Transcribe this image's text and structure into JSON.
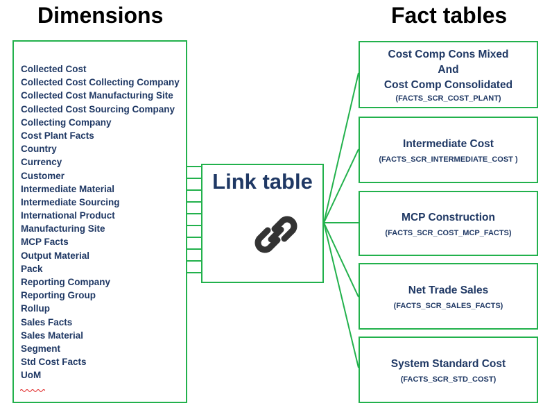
{
  "headings": {
    "dimensions": "Dimensions",
    "facts": "Fact tables"
  },
  "dimensions": [
    "Collected Cost",
    "Collected Cost Collecting Company",
    "Collected Cost Manufacturing Site",
    "Collected Cost Sourcing Company",
    "Collecting Company",
    "Cost Plant Facts",
    "Country",
    "Currency",
    "Customer",
    "Intermediate Material",
    "Intermediate Sourcing",
    "International Product",
    "Manufacturing Site",
    "MCP Facts",
    "Output Material",
    "Pack",
    "Reporting Company",
    "Reporting Group",
    "Rollup",
    "Sales Facts",
    "Sales Material",
    "Segment",
    "Std Cost Facts",
    "UoM"
  ],
  "link_table": {
    "label": "Link table",
    "icon": "chain-link-icon"
  },
  "fact_tables": [
    {
      "lines": [
        "Cost Comp Cons Mixed",
        "And",
        "Cost Comp Consolidated"
      ],
      "code": "(FACTS_SCR_COST_PLANT)"
    },
    {
      "lines": [
        "Intermediate Cost"
      ],
      "code": "(FACTS_SCR_INTERMEDIATE_COST )"
    },
    {
      "lines": [
        "MCP Construction"
      ],
      "code": "(FACTS_SCR_COST_MCP_FACTS)"
    },
    {
      "lines": [
        "Net Trade Sales"
      ],
      "code": "(FACTS_SCR_SALES_FACTS)"
    },
    {
      "lines": [
        "System Standard Cost"
      ],
      "code": "(FACTS_SCR_STD_COST)"
    }
  ],
  "colors": {
    "border": "#22b14c",
    "text": "#1f3864",
    "heading": "#000000",
    "icon": "#333333"
  }
}
